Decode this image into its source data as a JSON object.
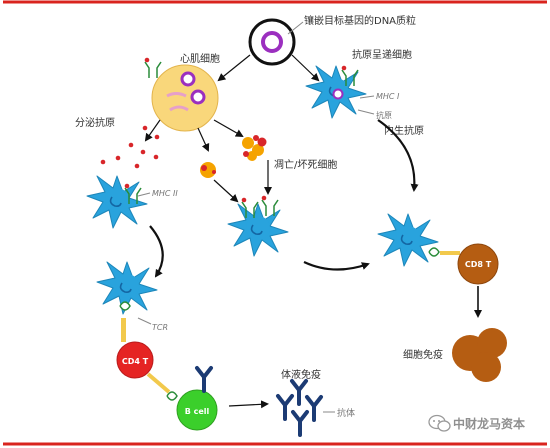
{
  "labels": {
    "dna_plasmid": "镶嵌目标基因的DNA质粒",
    "myocyte": "心肌细胞",
    "apc": "抗原呈递细胞",
    "mhc_i": "MHC I",
    "antigen_small": "抗原",
    "secreted_antigen": "分泌抗原",
    "endogenous_antigen": "内生抗原",
    "apoptotic_cell": "凋亡/坏死细胞",
    "mhc_ii": "MHC II",
    "tcr": "TCR",
    "cd4t": "CD4 T",
    "cd8t": "CD8 T",
    "b_cell": "B cell",
    "humoral_immunity": "体液免疫",
    "cellular_immunity": "细胞免疫",
    "antibody": "抗体",
    "watermark": "中财龙马资本"
  },
  "colors": {
    "frame_red": "#d9241e",
    "dendritic_blue": "#29a3dd",
    "myocyte_yellow": "#f9d77b",
    "plasmid_purple": "#9b2fbf",
    "cd4_red": "#e52423",
    "b_cell_green": "#3bcf2b",
    "cd8_brown": "#b55d12",
    "antibody_navy": "#1c3b74",
    "antigen_red": "#d8262a",
    "apoptotic_orange": "#f5a300"
  },
  "icons": {
    "plasmid": "dna-plasmid-icon",
    "watermark": "wechat-logo-icon"
  }
}
